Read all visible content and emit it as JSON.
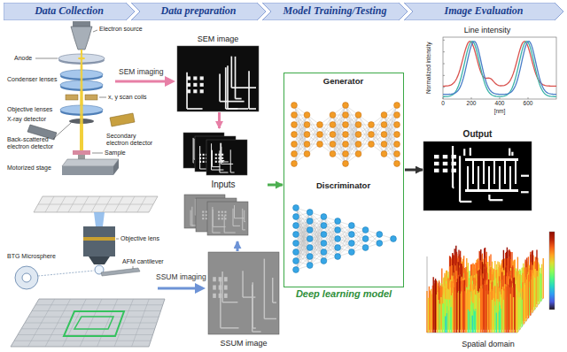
{
  "diagram": {
    "nodes": [
      {
        "text": [
          "Data Collection"
        ]
      },
      {
        "text": [
          "Data preparation"
        ]
      },
      {
        "text": [
          "Model Training/Testing"
        ]
      },
      {
        "text": [
          "Image Evaluation"
        ]
      },
      {
        "text": [
          "SEM image"
        ]
      },
      {
        "text": [
          "Inputs"
        ]
      },
      {
        "text": [
          "SSUM image"
        ]
      },
      {
        "text": [
          "Deep learning model"
        ]
      },
      {
        "text": [
          "Generator"
        ],
        "in": 7
      },
      {
        "text": [
          "Discriminator"
        ],
        "in": 7
      },
      {
        "text": [
          "Line intensity"
        ]
      },
      {
        "text": [
          "Output"
        ]
      },
      {
        "text": [
          "Spatial domain"
        ]
      }
    ],
    "edges": [
      {
        "from": 4,
        "to": 5,
        "arrow": "to"
      },
      {
        "from": 6,
        "to": 5,
        "arrow": "to"
      },
      {
        "from": 5,
        "to": 7,
        "arrow": "to"
      },
      {
        "from": 7,
        "to": 11,
        "arrow": "to"
      }
    ],
    "labels": [
      "Electron source",
      "Anode",
      "Condenser lenses",
      "x, y scan coils",
      "Objective lenses",
      "X-ray detector",
      "Secondary electron detector",
      "Back-scattered electron detector",
      "Sample",
      "Motorized stage",
      "BTG Microsphere",
      "Objective lens",
      "AFM cantilever",
      "SEM imaging",
      "SSUM imaging",
      "Normalized intensity",
      "[nm]",
      "0",
      "200",
      "400",
      "600"
    ]
  }
}
